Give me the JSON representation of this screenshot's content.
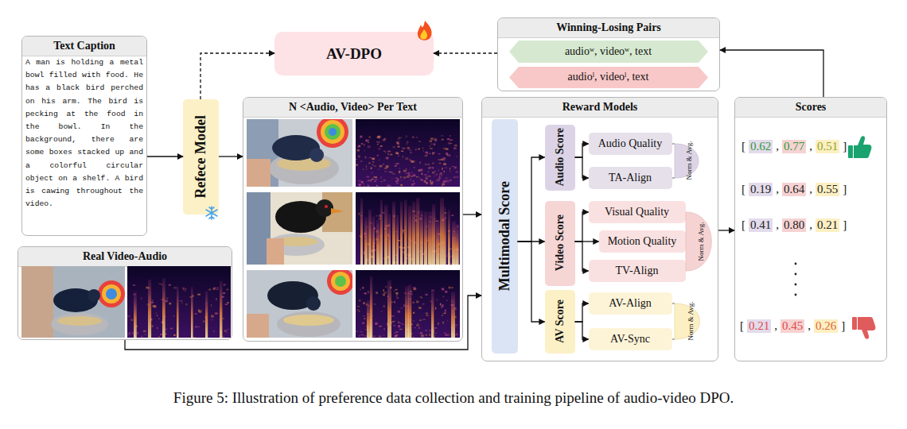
{
  "diagram": {
    "caption": "Figure 5: Illustration of preference data collection and training pipeline of audio-video DPO.",
    "nodes": [
      {
        "text": [
          "Text Caption",
          "A man is holding a metal bowl filled with food. He has a black bird perched on his arm. The bird is pecking at the food in the bowl. In the background, there are some boxes stacked up and a colorful circular object on a shelf. A bird is cawing throughout the video."
        ]
      },
      {
        "text": [
          "Refece Model"
        ]
      },
      {
        "text": [
          "AV-DPO"
        ]
      },
      {
        "text": [
          "Winning-Losing Pairs"
        ]
      },
      {
        "text": [
          "audioʷ, videoʷ, text"
        ],
        "in": 3
      },
      {
        "text": [
          "audioˡ, videoˡ, text"
        ],
        "in": 3
      },
      {
        "text": [
          "N <Audio, Video> Per Text"
        ]
      },
      {
        "text": [
          "Real Video-Audio"
        ]
      },
      {
        "text": [
          "Reward Models"
        ]
      },
      {
        "text": [
          "Multimodal Score"
        ],
        "in": 8
      },
      {
        "text": [
          "Audio Score"
        ],
        "in": 8
      },
      {
        "text": [
          "Audio Quality"
        ],
        "in": 8
      },
      {
        "text": [
          "TA-Align"
        ],
        "in": 8
      },
      {
        "text": [
          "Video Score"
        ],
        "in": 8
      },
      {
        "text": [
          "Visual Quality"
        ],
        "in": 8
      },
      {
        "text": [
          "Motion Quality"
        ],
        "in": 8
      },
      {
        "text": [
          "TV-Align"
        ],
        "in": 8
      },
      {
        "text": [
          "AV Score"
        ],
        "in": 8
      },
      {
        "text": [
          "AV-Align"
        ],
        "in": 8
      },
      {
        "text": [
          "AV-Sync"
        ],
        "in": 8
      },
      {
        "text": [
          "Scores"
        ]
      }
    ],
    "edges": [
      {
        "from": 0,
        "to": 1,
        "arrow": "to"
      },
      {
        "from": 1,
        "to": 2,
        "arrow": "to"
      },
      {
        "from": 1,
        "to": 6,
        "arrow": "to"
      },
      {
        "from": 3,
        "to": 2,
        "arrow": "to"
      },
      {
        "from": 6,
        "to": 8,
        "arrow": "to"
      },
      {
        "from": 7,
        "to": 8,
        "arrow": "to"
      },
      {
        "from": 9,
        "to": 10,
        "arrow": "to"
      },
      {
        "from": 9,
        "to": 13,
        "arrow": "to"
      },
      {
        "from": 9,
        "to": 17,
        "arrow": "to"
      },
      {
        "from": 10,
        "to": 11,
        "arrow": "to"
      },
      {
        "from": 10,
        "to": 12,
        "arrow": "to"
      },
      {
        "from": 13,
        "to": 14,
        "arrow": "to"
      },
      {
        "from": 13,
        "to": 15,
        "arrow": "to"
      },
      {
        "from": 13,
        "to": 16,
        "arrow": "to"
      },
      {
        "from": 17,
        "to": 18,
        "arrow": "to"
      },
      {
        "from": 17,
        "to": 19,
        "arrow": "to"
      },
      {
        "from": 8,
        "to": 20,
        "arrow": "to"
      },
      {
        "from": 20,
        "to": 3,
        "arrow": "to"
      }
    ],
    "labels": [
      "Norm & Avg.",
      "Norm & Avg.",
      "Norm & Avg.",
      "[",
      "0.62",
      ",",
      "0.77",
      ",",
      "0.51",
      "]",
      "[",
      "0.19",
      ",",
      "0.64",
      ",",
      "0.55",
      "]",
      "[",
      "0.41",
      ",",
      "0.80",
      ",",
      "0.21",
      "]",
      "[",
      "0.21",
      ",",
      "0.45",
      ",",
      "0.26",
      "]"
    ]
  }
}
